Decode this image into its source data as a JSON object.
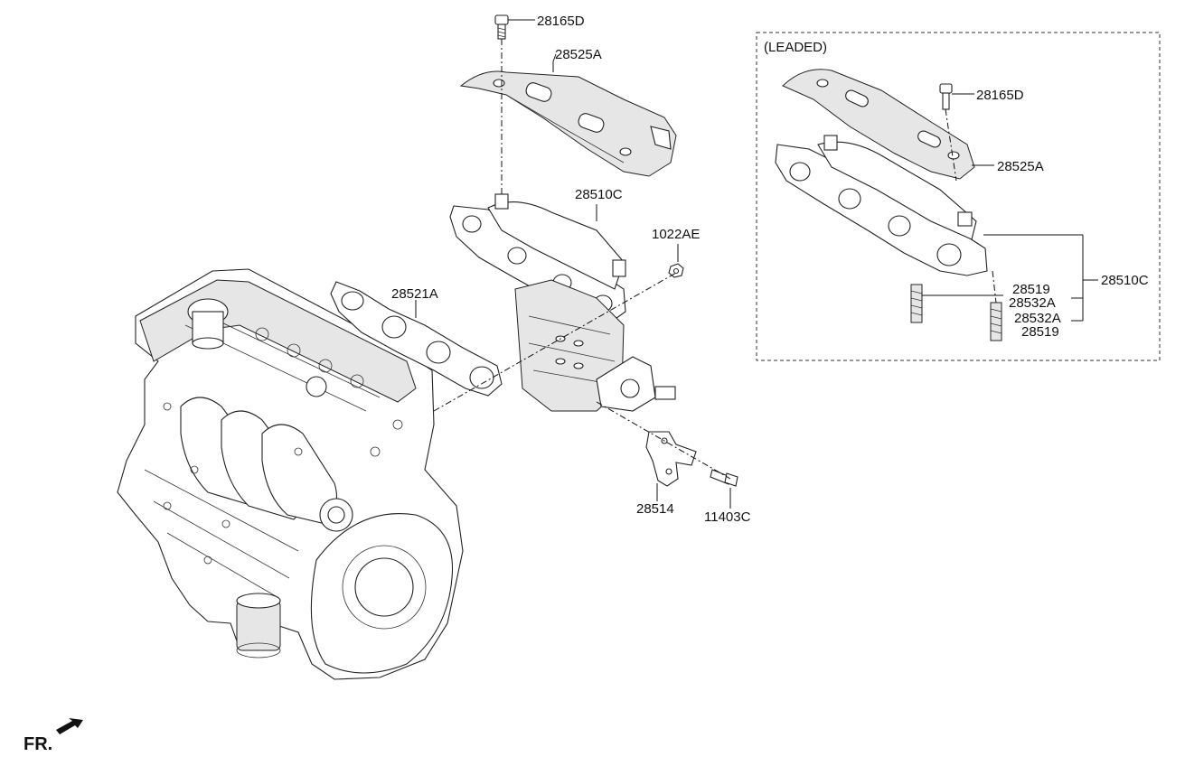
{
  "diagram": {
    "callouts": {
      "heat_protector_bolt": "28165D",
      "heat_protector": "28525A",
      "exhaust_manifold": "28510C",
      "nut": "1022AE",
      "gasket": "28521A",
      "bracket": "28514",
      "bracket_bolt": "11403C"
    },
    "leaded": {
      "title": "(LEADED)",
      "heat_protector_bolt": "28165D",
      "heat_protector": "28525A",
      "exhaust_manifold": "28510C",
      "stud_upper": "28519",
      "stud_upper_sub": "28532A",
      "stud_lower_sub": "28532A",
      "stud_lower": "28519"
    },
    "front_indicator": "FR."
  }
}
